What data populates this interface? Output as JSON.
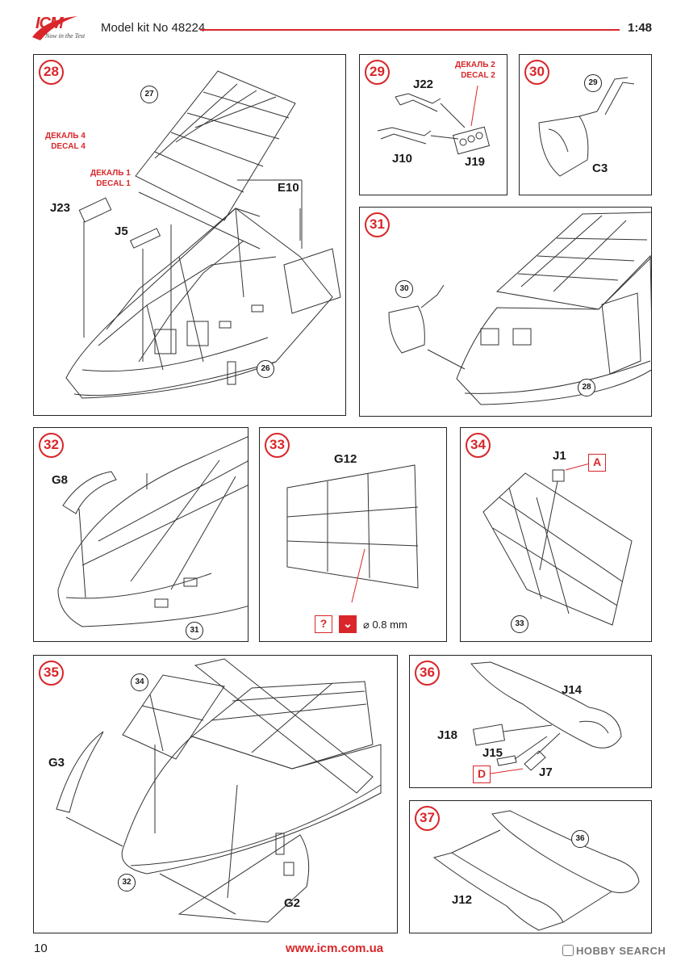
{
  "header": {
    "logo_text": "ICM",
    "logo_tagline": "Now in the Test",
    "kit_label": "Model kit No 48224",
    "scale": "1:48"
  },
  "footer": {
    "page_number": "10",
    "url": "www.icm.com.ua",
    "watermark": "HOBBY SEARCH"
  },
  "colors": {
    "accent": "#d9262a",
    "line": "#333333"
  },
  "steps": {
    "s28": {
      "number": "28",
      "refs": [
        "27",
        "26"
      ],
      "parts": [
        "E10",
        "J23",
        "J5"
      ],
      "decal4_ru": "ДЕКАЛЬ 4",
      "decal4_en": "DECAL 4",
      "decal1_ru": "ДЕКАЛЬ 1",
      "decal1_en": "DECAL 1"
    },
    "s29": {
      "number": "29",
      "parts": [
        "J22",
        "J10",
        "J19"
      ],
      "decal2_ru": "ДЕКАЛЬ 2",
      "decal2_en": "DECAL 2"
    },
    "s30": {
      "number": "30",
      "refs": [
        "29"
      ],
      "parts": [
        "C3"
      ]
    },
    "s31": {
      "number": "31",
      "refs": [
        "30",
        "28"
      ]
    },
    "s32": {
      "number": "32",
      "refs": [
        "31"
      ],
      "parts": [
        "G8"
      ]
    },
    "s33": {
      "number": "33",
      "parts": [
        "G12"
      ],
      "drill_symbol": "?",
      "drill_size": "⌀ 0.8 mm"
    },
    "s34": {
      "number": "34",
      "refs": [
        "33"
      ],
      "parts": [
        "J1"
      ],
      "box": "A"
    },
    "s35": {
      "number": "35",
      "refs": [
        "34",
        "32"
      ],
      "parts": [
        "G3",
        "G2"
      ]
    },
    "s36": {
      "number": "36",
      "parts": [
        "J14",
        "J18",
        "J15",
        "J7"
      ],
      "box": "D"
    },
    "s37": {
      "number": "37",
      "refs": [
        "36"
      ],
      "parts": [
        "J12"
      ]
    }
  }
}
